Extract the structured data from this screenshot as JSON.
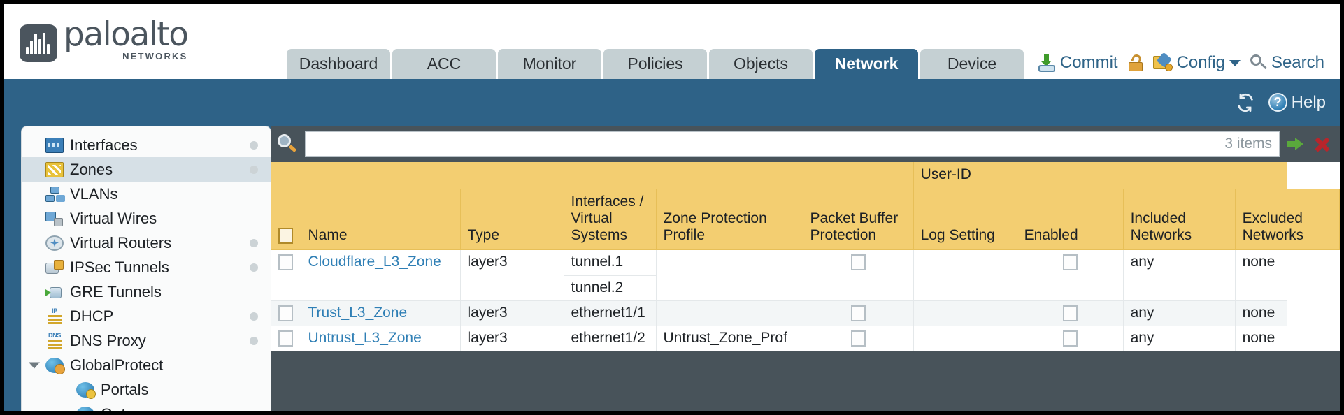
{
  "brand": {
    "word": "paloalto",
    "sub": "NETWORKS",
    "mark_icon": "paloalto-logo-icon"
  },
  "nav_tabs": [
    {
      "label": "Dashboard",
      "active": false
    },
    {
      "label": "ACC",
      "active": false
    },
    {
      "label": "Monitor",
      "active": false
    },
    {
      "label": "Policies",
      "active": false
    },
    {
      "label": "Objects",
      "active": false
    },
    {
      "label": "Network",
      "active": true
    },
    {
      "label": "Device",
      "active": false
    }
  ],
  "top_actions": {
    "commit": "Commit",
    "commit_icon": "commit-save-icon",
    "lock_icon": "padlock-icon",
    "config": "Config",
    "config_icon": "config-wrench-folder-icon",
    "config_caret_icon": "chevron-down-icon",
    "search": "Search",
    "search_icon": "magnifier-icon"
  },
  "blue_bar": {
    "refresh_icon": "refresh-icon",
    "help_label": "Help",
    "help_icon": "question-circle-icon"
  },
  "sidebar": {
    "items": [
      {
        "label": "Interfaces",
        "icon": "interfaces-icon",
        "selected": false,
        "dot": true,
        "child": false,
        "expander": false
      },
      {
        "label": "Zones",
        "icon": "zones-icon",
        "selected": true,
        "dot": true,
        "child": false,
        "expander": false
      },
      {
        "label": "VLANs",
        "icon": "vlans-icon",
        "selected": false,
        "dot": false,
        "child": false,
        "expander": false
      },
      {
        "label": "Virtual Wires",
        "icon": "virtual-wires-icon",
        "selected": false,
        "dot": false,
        "child": false,
        "expander": false
      },
      {
        "label": "Virtual Routers",
        "icon": "virtual-routers-icon",
        "selected": false,
        "dot": true,
        "child": false,
        "expander": false
      },
      {
        "label": "IPSec Tunnels",
        "icon": "ipsec-tunnels-icon",
        "selected": false,
        "dot": true,
        "child": false,
        "expander": false
      },
      {
        "label": "GRE Tunnels",
        "icon": "gre-tunnels-icon",
        "selected": false,
        "dot": false,
        "child": false,
        "expander": false
      },
      {
        "label": "DHCP",
        "icon": "dhcp-icon",
        "selected": false,
        "dot": true,
        "child": false,
        "expander": false
      },
      {
        "label": "DNS Proxy",
        "icon": "dns-proxy-icon",
        "selected": false,
        "dot": true,
        "child": false,
        "expander": false
      },
      {
        "label": "GlobalProtect",
        "icon": "globalprotect-icon",
        "selected": false,
        "dot": false,
        "child": false,
        "expander": true
      },
      {
        "label": "Portals",
        "icon": "portals-icon",
        "selected": false,
        "dot": false,
        "child": true,
        "expander": false
      },
      {
        "label": "Gateways",
        "icon": "gateways-icon",
        "selected": false,
        "dot": false,
        "child": true,
        "expander": false
      }
    ]
  },
  "search_bar": {
    "value": "",
    "placeholder": "",
    "item_count": "3 items",
    "magnifier_icon": "magnifier-icon",
    "apply_icon": "green-arrow-apply-icon",
    "clear_icon": "red-x-clear-icon"
  },
  "table": {
    "group_header": {
      "label": "User-ID",
      "spans": [
        "Enabled",
        "Included Networks",
        "Excluded Networks"
      ]
    },
    "columns": [
      "Name",
      "Type",
      "Interfaces / Virtual Systems",
      "Zone Protection Profile",
      "Packet Buffer Protection",
      "Log Setting",
      "Enabled",
      "Included Networks",
      "Excluded Networks"
    ],
    "select_all_checked": false,
    "rows": [
      {
        "selected": false,
        "name": "Cloudflare_L3_Zone",
        "type": "layer3",
        "interfaces": [
          "tunnel.1",
          "tunnel.2"
        ],
        "zone_protection_profile": "",
        "packet_buffer_protection": false,
        "log_setting": "",
        "userid_enabled": false,
        "included_networks": "any",
        "excluded_networks": "none"
      },
      {
        "selected": false,
        "name": "Trust_L3_Zone",
        "type": "layer3",
        "interfaces": [
          "ethernet1/1"
        ],
        "zone_protection_profile": "",
        "packet_buffer_protection": false,
        "log_setting": "",
        "userid_enabled": false,
        "included_networks": "any",
        "excluded_networks": "none"
      },
      {
        "selected": false,
        "name": "Untrust_L3_Zone",
        "type": "layer3",
        "interfaces": [
          "ethernet1/2"
        ],
        "zone_protection_profile": "Untrust_Zone_Prof",
        "packet_buffer_protection": false,
        "log_setting": "",
        "userid_enabled": false,
        "included_networks": "any",
        "excluded_networks": "none"
      }
    ]
  },
  "colors": {
    "brand_blue": "#2e6287",
    "header_yellow": "#f3ce71",
    "group_yellow": "#e2b43f",
    "link_blue": "#2f7fb5",
    "tab_grey": "#c5d0d3",
    "panel_dark": "#48535a"
  }
}
